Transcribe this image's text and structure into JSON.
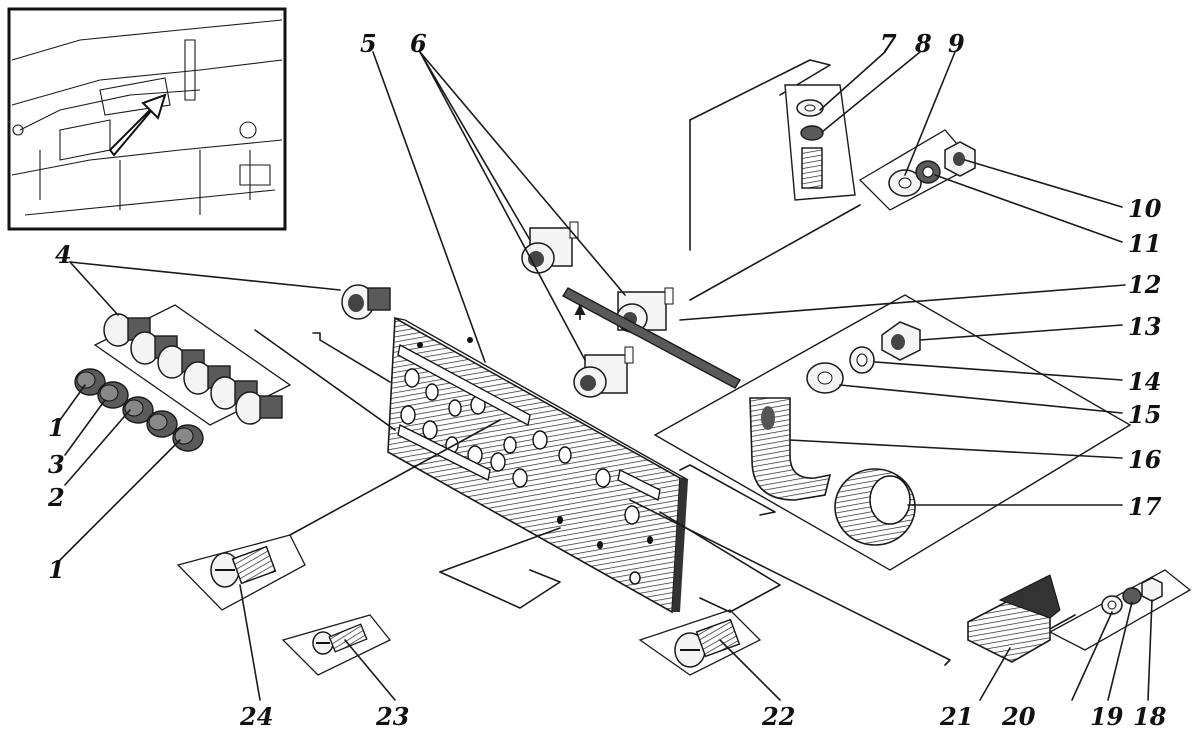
{
  "diagram": {
    "callouts": [
      {
        "id": "c1a",
        "text": "1"
      },
      {
        "id": "c1b",
        "text": "1"
      },
      {
        "id": "c2",
        "text": "2"
      },
      {
        "id": "c3",
        "text": "3"
      },
      {
        "id": "c4",
        "text": "4"
      },
      {
        "id": "c5",
        "text": "5"
      },
      {
        "id": "c6",
        "text": "6"
      },
      {
        "id": "c7",
        "text": "7"
      },
      {
        "id": "c8",
        "text": "8"
      },
      {
        "id": "c9",
        "text": "9"
      },
      {
        "id": "c10",
        "text": "10"
      },
      {
        "id": "c11",
        "text": "11"
      },
      {
        "id": "c12",
        "text": "12"
      },
      {
        "id": "c13",
        "text": "13"
      },
      {
        "id": "c14",
        "text": "14"
      },
      {
        "id": "c15",
        "text": "15"
      },
      {
        "id": "c16",
        "text": "16"
      },
      {
        "id": "c17",
        "text": "17"
      },
      {
        "id": "c18",
        "text": "18"
      },
      {
        "id": "c19",
        "text": "19"
      },
      {
        "id": "c20",
        "text": "20"
      },
      {
        "id": "c21",
        "text": "21"
      },
      {
        "id": "c22",
        "text": "22"
      },
      {
        "id": "c23",
        "text": "23"
      },
      {
        "id": "c24",
        "text": "24"
      }
    ]
  }
}
